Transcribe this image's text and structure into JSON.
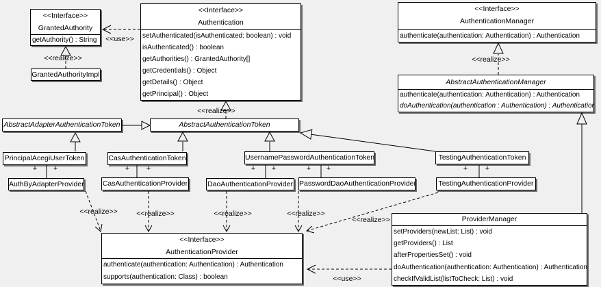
{
  "colors": {
    "background": "#f0f0f0",
    "box_fill": "#ffffff",
    "line": "#000000"
  },
  "labels": {
    "interface_stereotype": "<<Interface>>",
    "realize": "<<realize>>",
    "use": "<<use>>",
    "plus": "+"
  },
  "classes": {
    "granted_authority": {
      "stereotype": "<<Interface>>",
      "name": "GrantedAuthority",
      "operations": [
        "getAuthority() : String"
      ]
    },
    "granted_authority_impl": {
      "name": "GrantedAuthorityImpl"
    },
    "authentication": {
      "stereotype": "<<Interface>>",
      "name": "Authentication",
      "operations": [
        "setAuthenticated(isAuthenticated: boolean) : void",
        "isAuthenticated() : boolean",
        "getAuthorities() : GrantedAuthority[]",
        "getCredentials() : Object",
        "getDetails() : Object",
        "getPrincipal() : Object"
      ]
    },
    "authentication_manager": {
      "stereotype": "<<Interface>>",
      "name": "AuthenticationManager",
      "operations": [
        "authenticate(authentication: Authentication) : Authentication"
      ]
    },
    "abstract_authentication_manager": {
      "name": "AbstractAuthenticationManager",
      "operations": [
        "authenticate(authentication: Authentication) : Authentication",
        "doAuthentication(authentication : Authentication) : Authentication"
      ]
    },
    "abstract_adapter_authentication_token": {
      "name": "AbstractAdapterAuthenticationToken"
    },
    "abstract_authentication_token": {
      "name": "AbstractAuthenticationToken"
    },
    "principal_acegi_user_token": {
      "name": "PrincipalAcegiUserToken"
    },
    "cas_authentication_token": {
      "name": "CasAuthenticationToken"
    },
    "username_password_authentication_token": {
      "name": "UsernamePasswordAuthenticationToken"
    },
    "testing_authentication_token": {
      "name": "TestingAuthenticationToken"
    },
    "auth_by_adapter_provider": {
      "name": "AuthByAdapterProvider"
    },
    "cas_authentication_provider": {
      "name": "CasAuthenticationProvider"
    },
    "dao_authentication_provider": {
      "name": "DaoAuthenticationProvider"
    },
    "password_dao_authentication_provider": {
      "name": "PasswordDaoAuthenticationProvider"
    },
    "testing_authentication_provider": {
      "name": "TestingAuthenticationProvider"
    },
    "authentication_provider": {
      "stereotype": "<<Interface>>",
      "name": "AuthenticationProvider",
      "operations": [
        "authenticate(authentication: Authentication) : Authentication",
        "supports(authentication: Class) : boolean"
      ]
    },
    "provider_manager": {
      "name": "ProviderManager",
      "operations": [
        "setProviders(newList: List) : void",
        "getProviders() : List",
        "afterPropertiesSet() : void",
        "doAuthentication(authentication: Authentication) : Authentication",
        "checkIfValidList(listToCheck: List) : void"
      ]
    }
  },
  "relationships": [
    {
      "type": "realize",
      "from": "GrantedAuthorityImpl",
      "to": "GrantedAuthority"
    },
    {
      "type": "use",
      "from": "Authentication",
      "to": "GrantedAuthority"
    },
    {
      "type": "realize",
      "from": "AbstractAuthenticationToken",
      "to": "Authentication"
    },
    {
      "type": "realize",
      "from": "AbstractAuthenticationManager",
      "to": "AuthenticationManager"
    },
    {
      "type": "generalize",
      "from": "AbstractAdapterAuthenticationToken",
      "to": "AbstractAuthenticationToken"
    },
    {
      "type": "generalize",
      "from": "PrincipalAcegiUserToken",
      "to": "AbstractAdapterAuthenticationToken"
    },
    {
      "type": "generalize",
      "from": "CasAuthenticationToken",
      "to": "AbstractAuthenticationToken"
    },
    {
      "type": "generalize",
      "from": "UsernamePasswordAuthenticationToken",
      "to": "AbstractAuthenticationToken"
    },
    {
      "type": "generalize",
      "from": "TestingAuthenticationToken",
      "to": "AbstractAuthenticationToken"
    },
    {
      "type": "generalize",
      "from": "ProviderManager",
      "to": "AbstractAuthenticationManager"
    },
    {
      "type": "association",
      "from": "PrincipalAcegiUserToken",
      "to": "AuthByAdapterProvider"
    },
    {
      "type": "association",
      "from": "CasAuthenticationToken",
      "to": "CasAuthenticationProvider"
    },
    {
      "type": "association",
      "from": "UsernamePasswordAuthenticationToken",
      "to": "DaoAuthenticationProvider"
    },
    {
      "type": "association",
      "from": "UsernamePasswordAuthenticationToken",
      "to": "PasswordDaoAuthenticationProvider"
    },
    {
      "type": "association",
      "from": "TestingAuthenticationToken",
      "to": "TestingAuthenticationProvider"
    },
    {
      "type": "realize",
      "from": "AuthByAdapterProvider",
      "to": "AuthenticationProvider"
    },
    {
      "type": "realize",
      "from": "CasAuthenticationProvider",
      "to": "AuthenticationProvider"
    },
    {
      "type": "realize",
      "from": "DaoAuthenticationProvider",
      "to": "AuthenticationProvider"
    },
    {
      "type": "realize",
      "from": "PasswordDaoAuthenticationProvider",
      "to": "AuthenticationProvider"
    },
    {
      "type": "realize",
      "from": "TestingAuthenticationProvider",
      "to": "AuthenticationProvider"
    },
    {
      "type": "use",
      "from": "ProviderManager",
      "to": "AuthenticationProvider"
    }
  ]
}
